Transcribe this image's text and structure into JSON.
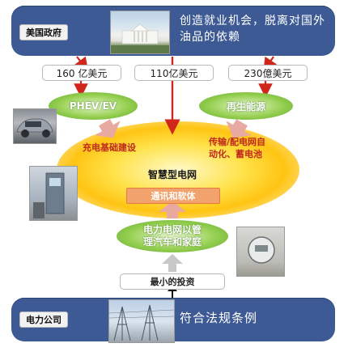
{
  "top": {
    "tag": "美国政府",
    "slogan_line1": "创造就业机会，脱离对国外",
    "slogan_line2": "油品的依赖"
  },
  "funding": [
    {
      "value": "160 亿美元"
    },
    {
      "value": "110亿美元"
    },
    {
      "value": "230億美元"
    }
  ],
  "left_ellipse": {
    "label": "PHEV/EV"
  },
  "right_ellipse": {
    "label": "再生能源"
  },
  "left_label": "充电基础建设",
  "right_label_line1": "传输/配电网自",
  "right_label_line2": "动化、蓄电池",
  "core": {
    "title": "智慧型电网",
    "sub": "通讯和软体"
  },
  "bottom_ellipse": {
    "line1": "电力电网以管",
    "line2": "理汽车和家庭"
  },
  "min_invest": "最小的投资",
  "bottom": {
    "tag": "电力公司",
    "slogan": "符合法规条例"
  },
  "colors": {
    "banner": "#3d5a95",
    "red_arrow": "#d1261c",
    "pink_arrow": "#e8a9a0",
    "green": "#7cc043",
    "orange_box": "#f2a26d"
  }
}
